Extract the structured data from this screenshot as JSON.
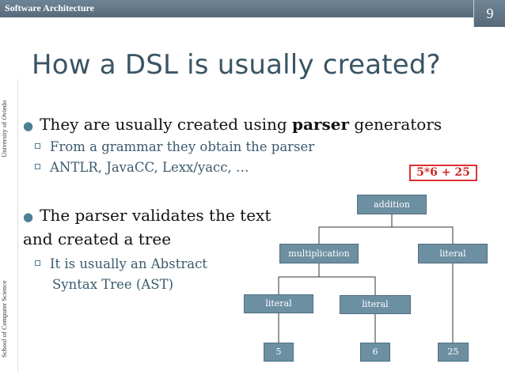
{
  "header": {
    "course": "Software Architecture",
    "slide_number": "9"
  },
  "side": {
    "university": "University of Oviedo",
    "school": "School of Computer Science"
  },
  "title": "How a DSL is usually created?",
  "bullets": {
    "b1_prefix": "They are usually created using ",
    "b1_bold": "parser",
    "b1_suffix": " generators",
    "b1_sub1": "From a grammar they obtain the parser",
    "b1_sub2": "ANTLR, JavaCC, Lexx/yacc, …",
    "b2_line1": "The parser validates the text",
    "b2_line2": "and created a tree",
    "b2_sub1_line1": "It is usually an Abstract",
    "b2_sub1_line2": "Syntax Tree (AST)"
  },
  "expression": "5*6 + 25",
  "tree": {
    "root": "addition",
    "multiplication": "multiplication",
    "literal_right": "literal",
    "literal_left": "literal",
    "literal_mid": "literal",
    "leaf_5": "5",
    "leaf_6": "6",
    "leaf_25": "25"
  },
  "colors": {
    "node_fill": "#6d8fa2",
    "header": "#5e7383",
    "title": "#3a5564",
    "expr_border": "#e03030"
  }
}
